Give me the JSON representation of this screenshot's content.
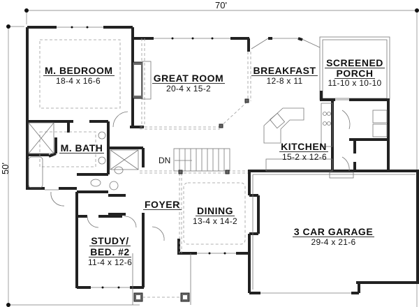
{
  "dimensions": {
    "width": "70'",
    "depth": "50'"
  },
  "rooms": {
    "master_bedroom": {
      "name": "M. BEDROOM",
      "size": "18-4 x 16-6"
    },
    "great_room": {
      "name": "GREAT ROOM",
      "size": "20-4 x 15-2"
    },
    "breakfast": {
      "name": "BREAKFAST",
      "size": "12-8 x 11"
    },
    "screened_porch": {
      "name_line1": "SCREENED",
      "name_line2": "PORCH",
      "size": "11-10 x 10-10"
    },
    "master_bath": {
      "name": "M. BATH"
    },
    "kitchen": {
      "name": "KITCHEN",
      "size": "15-2 x 12-6"
    },
    "foyer": {
      "name": "FOYER"
    },
    "dining": {
      "name": "DINING",
      "size": "13-4 x 14-2"
    },
    "garage": {
      "name": "3 CAR GARAGE",
      "size": "29-4 x 21-6"
    },
    "study": {
      "name_line1": "STUDY/",
      "name_line2": "BED. #2",
      "size": "11-4 x 12-6"
    }
  },
  "stairs": {
    "label": "DN"
  },
  "colors": {
    "wall": "#6a6a6a",
    "line": "#222222",
    "dashed": "#999999",
    "background": "#ffffff"
  }
}
